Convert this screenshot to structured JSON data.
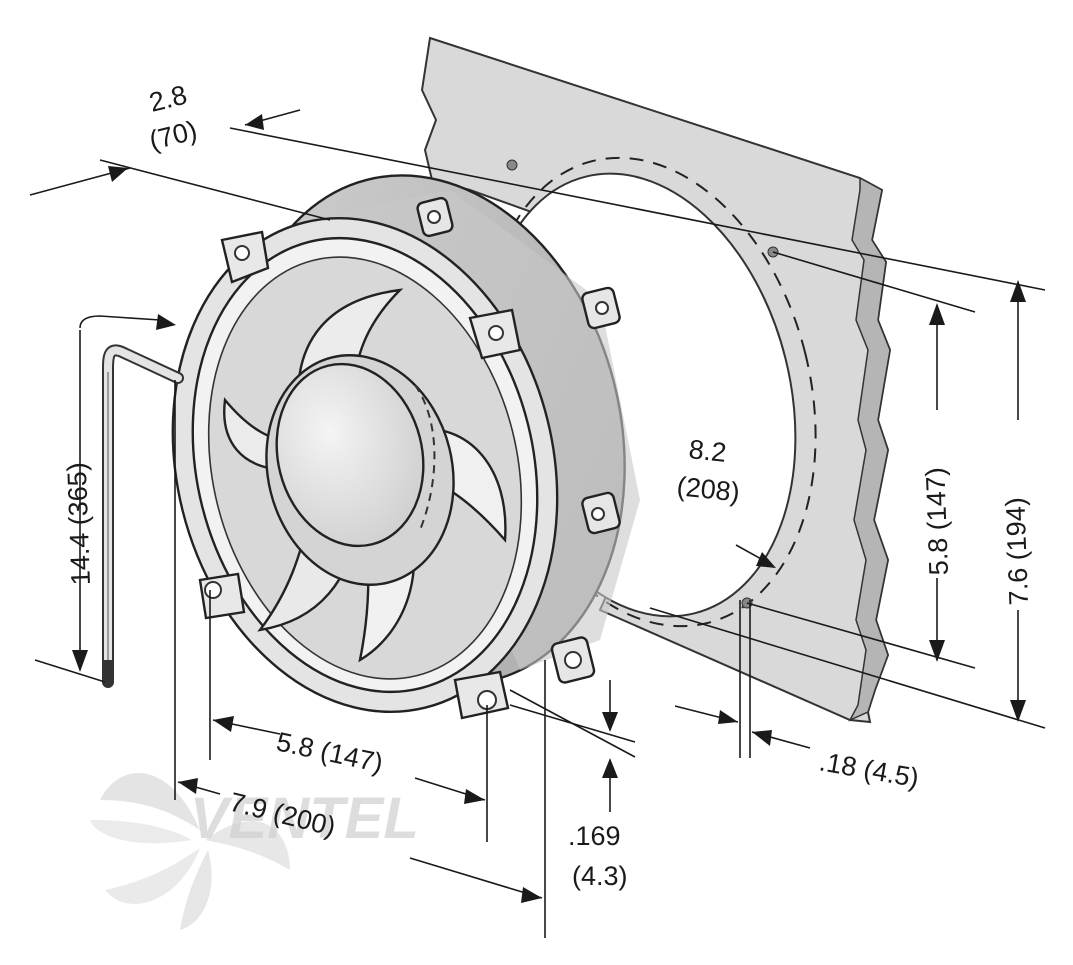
{
  "dimensions": {
    "depth_in": "2.8",
    "depth_mm": "(70)",
    "cable_length": "14.4 (365)",
    "hole_spacing_horizontal": "5.8 (147)",
    "overall_width": "7.9 (200)",
    "flange_thickness_in": ".169",
    "flange_thickness_mm": "(4.3)",
    "mount_hole_dia": ".18 (4.5)",
    "cutout_dia_in": "8.2",
    "cutout_dia_mm": "(208)",
    "hole_spacing_vertical": "5.8 (147)",
    "overall_height": "7.6 (194)"
  },
  "watermark": "VENTEL",
  "colors": {
    "panel": "#d9d9d9",
    "panel_edge": "#b5b5b5",
    "housing": "#e2e2e2",
    "housing_shadow": "#c4c4c4",
    "blade": "#ececec",
    "line": "#1a1a1a",
    "watermark_fan": "#d6d6d6",
    "watermark_text": "#c8d8f0"
  }
}
